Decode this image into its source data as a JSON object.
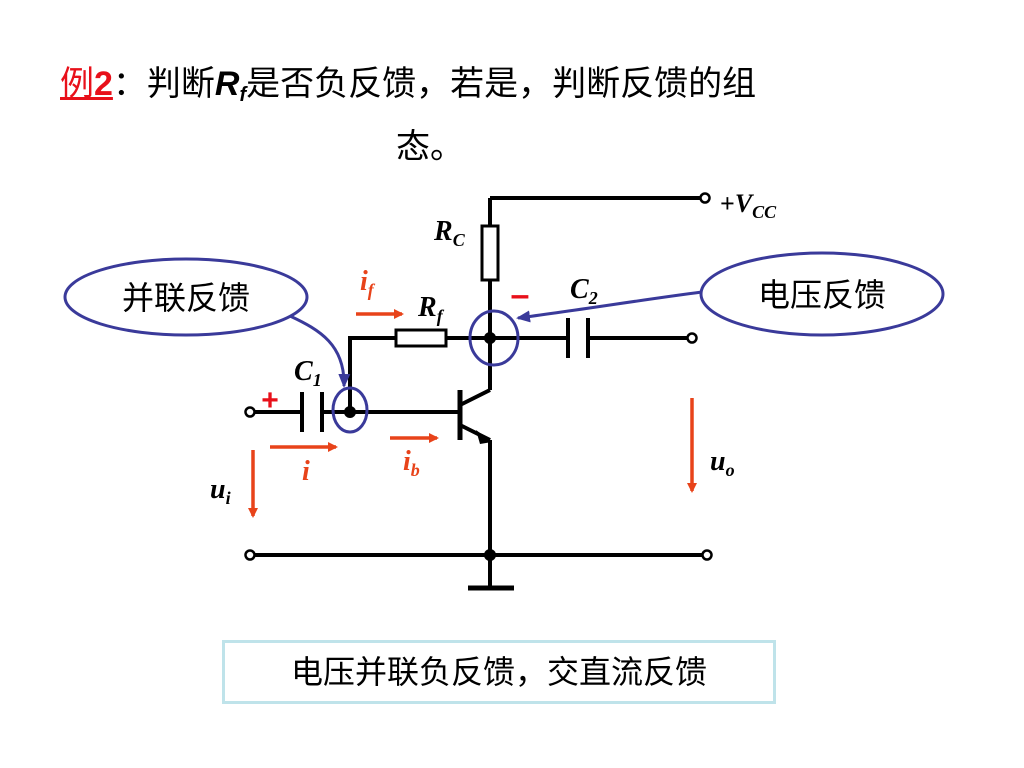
{
  "title": {
    "example_label": "例",
    "example_num": "2",
    "prefix": "：判断",
    "rf_main": "R",
    "rf_sub": "f",
    "suffix": "是否负反馈，若是，判断反馈的组",
    "line2": "态。"
  },
  "labels": {
    "vcc_plus": "+",
    "vcc_main": "V",
    "vcc_sub": "CC",
    "rc_main": "R",
    "rc_sub": "C",
    "rf_main": "R",
    "rf_sub": "f",
    "c1_main": "C",
    "c1_sub": "1",
    "c2_main": "C",
    "c2_sub": "2",
    "if_main": "i",
    "if_sub": "f",
    "ib_main": "i",
    "ib_sub": "b",
    "i": "i",
    "ui_main": "u",
    "ui_sub": "i",
    "uo_main": "u",
    "uo_sub": "o",
    "plus_sign": "+",
    "minus_sign": "–"
  },
  "callouts": {
    "left": "并联反馈",
    "right": "电压反馈"
  },
  "conclusion": "电压并联负反馈，交直流反馈",
  "colors": {
    "title_label": "#e8101a",
    "arrow": "#e8431a",
    "callout": "#3a3a9a",
    "wire": "#000000",
    "conclusion_border": "#bfe3ea"
  }
}
